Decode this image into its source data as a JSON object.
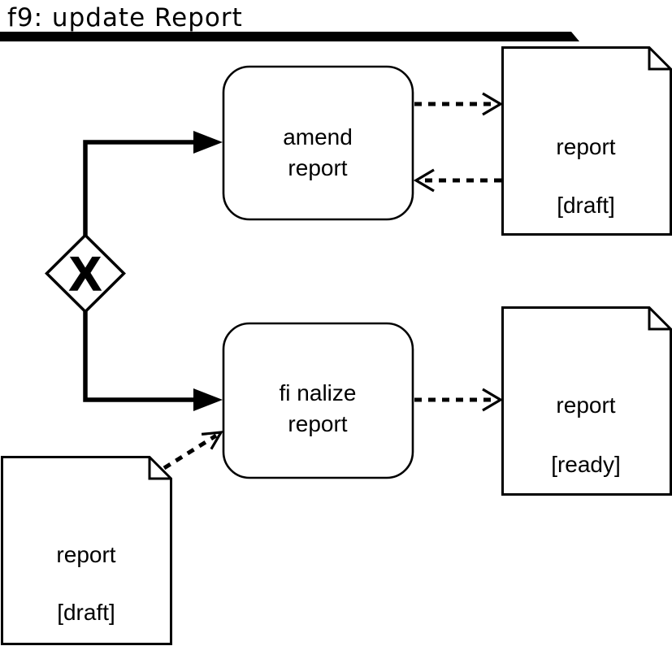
{
  "title": "f9: update Report",
  "colors": {
    "ink": "#000000",
    "paper": "#ffffff"
  },
  "gateway": {
    "label": "X"
  },
  "tasks": {
    "amend": {
      "line1": "amend",
      "line2": "report"
    },
    "finalize": {
      "line1": "fi nalize",
      "line2": "report"
    }
  },
  "documents": {
    "draft_top": {
      "line1": "report",
      "line2": "[draft]"
    },
    "ready": {
      "line1": "report",
      "line2": "[ready]"
    },
    "draft_bottom": {
      "line1": "report",
      "line2": "[draft]"
    }
  }
}
